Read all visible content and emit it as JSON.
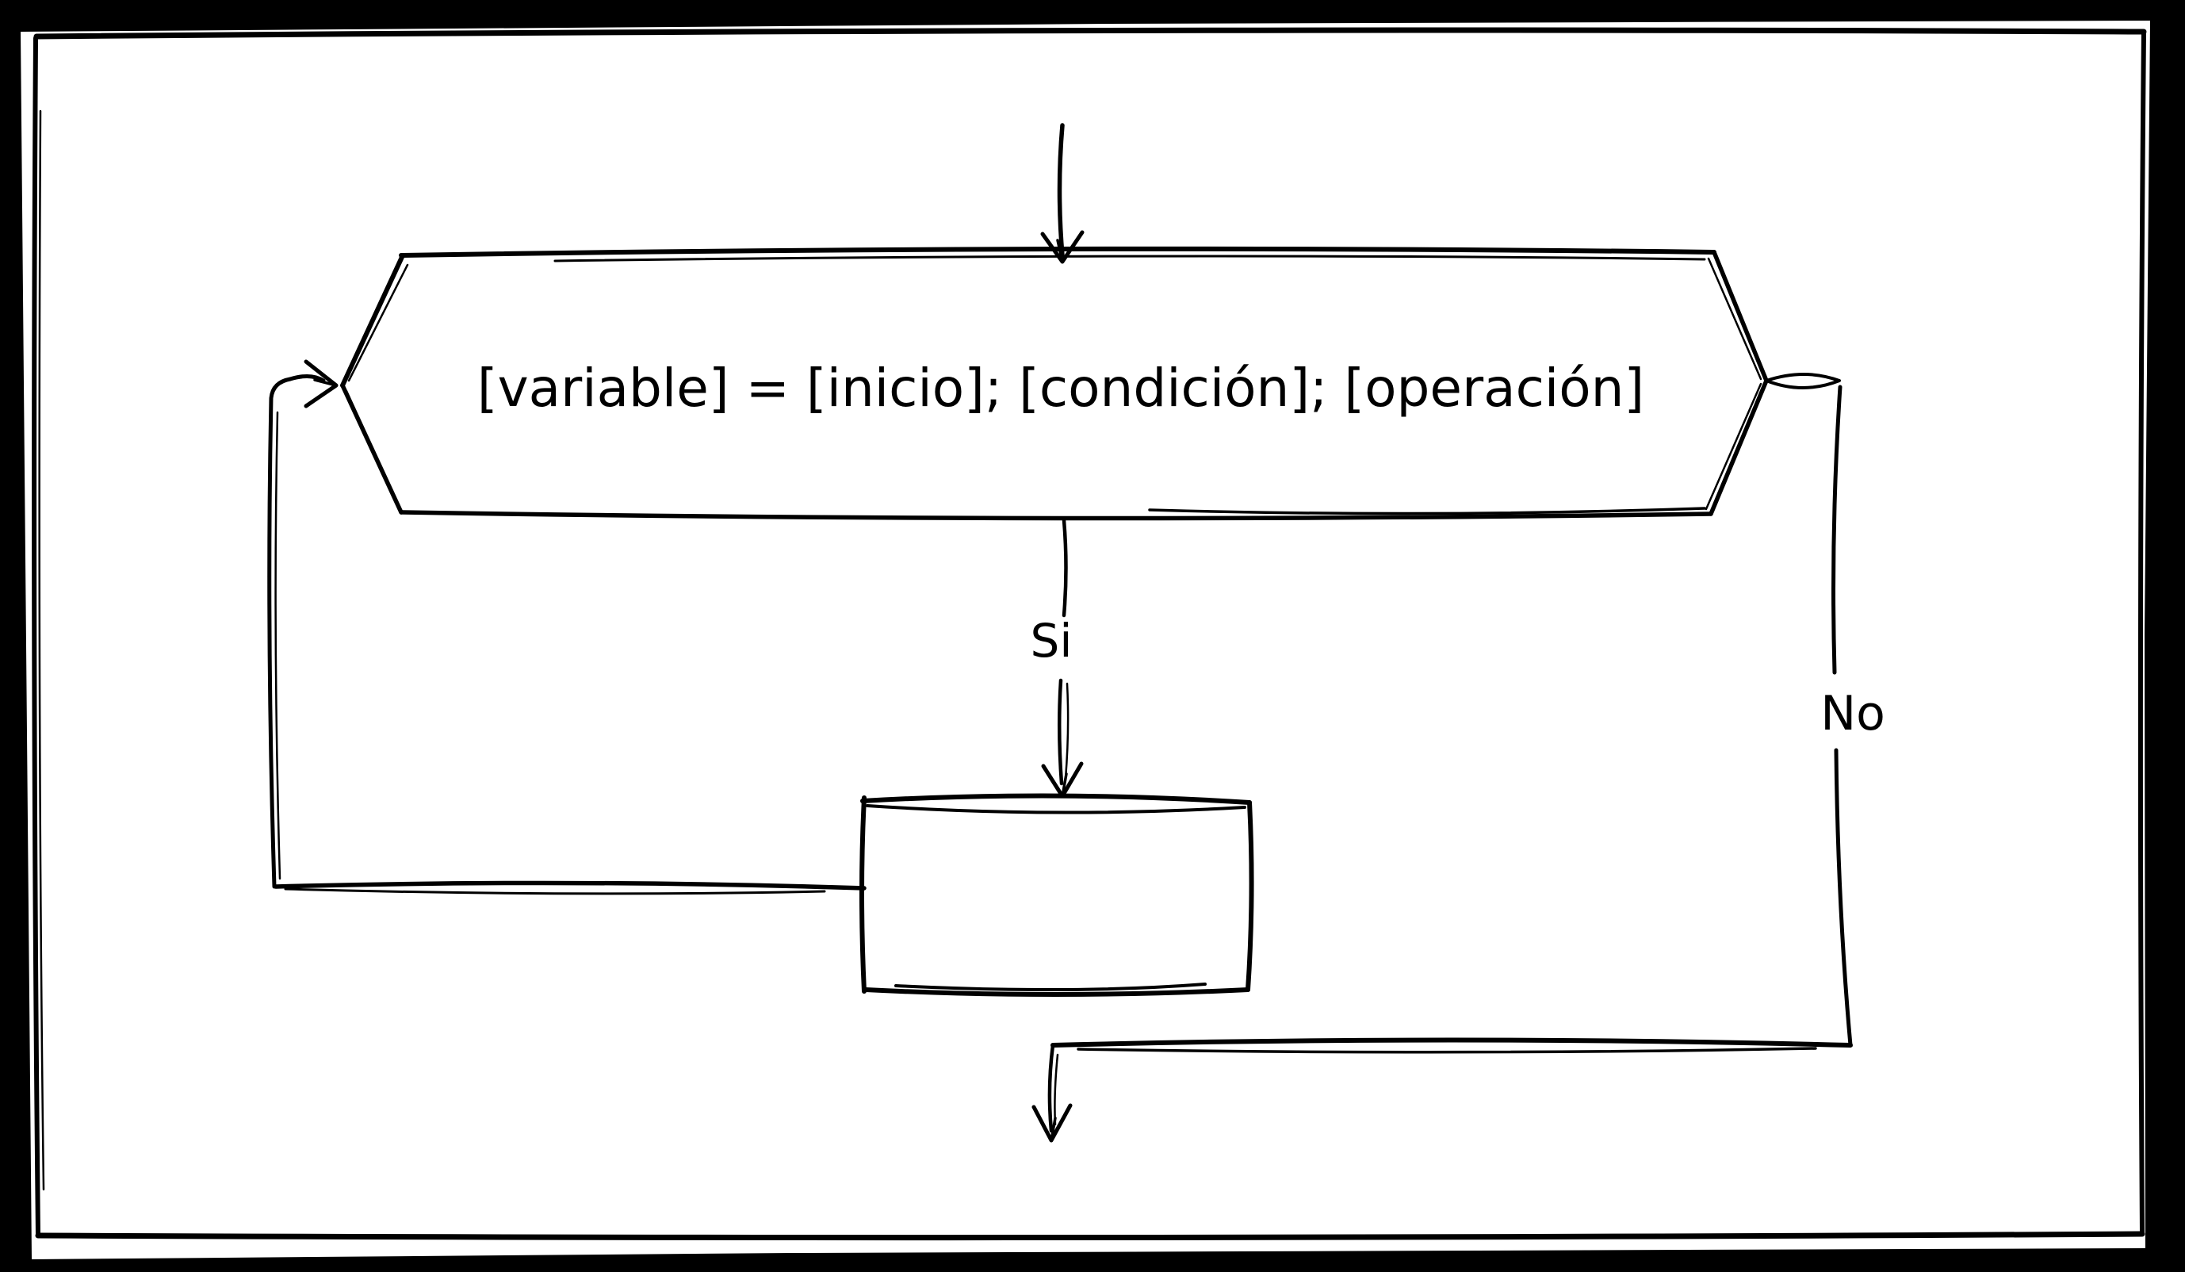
{
  "diagram": {
    "kind": "hand-drawn flowchart of a for-loop structure",
    "colors": {
      "frame": "#000000",
      "paper": "#ffffff",
      "ink": "#000000"
    },
    "nodes": {
      "condition": {
        "shape": "hexagon",
        "label": "[variable] = [inicio]; [condición]; [operación]"
      },
      "body": {
        "shape": "rectangle",
        "label": ""
      }
    },
    "edges": {
      "entry": {
        "from": "start",
        "to": "condition",
        "label": ""
      },
      "yes": {
        "from": "condition",
        "to": "body",
        "label": "Si"
      },
      "no": {
        "from": "condition",
        "to": "exit",
        "label": "No"
      },
      "loopback": {
        "from": "body",
        "to": "condition",
        "label": ""
      }
    }
  }
}
